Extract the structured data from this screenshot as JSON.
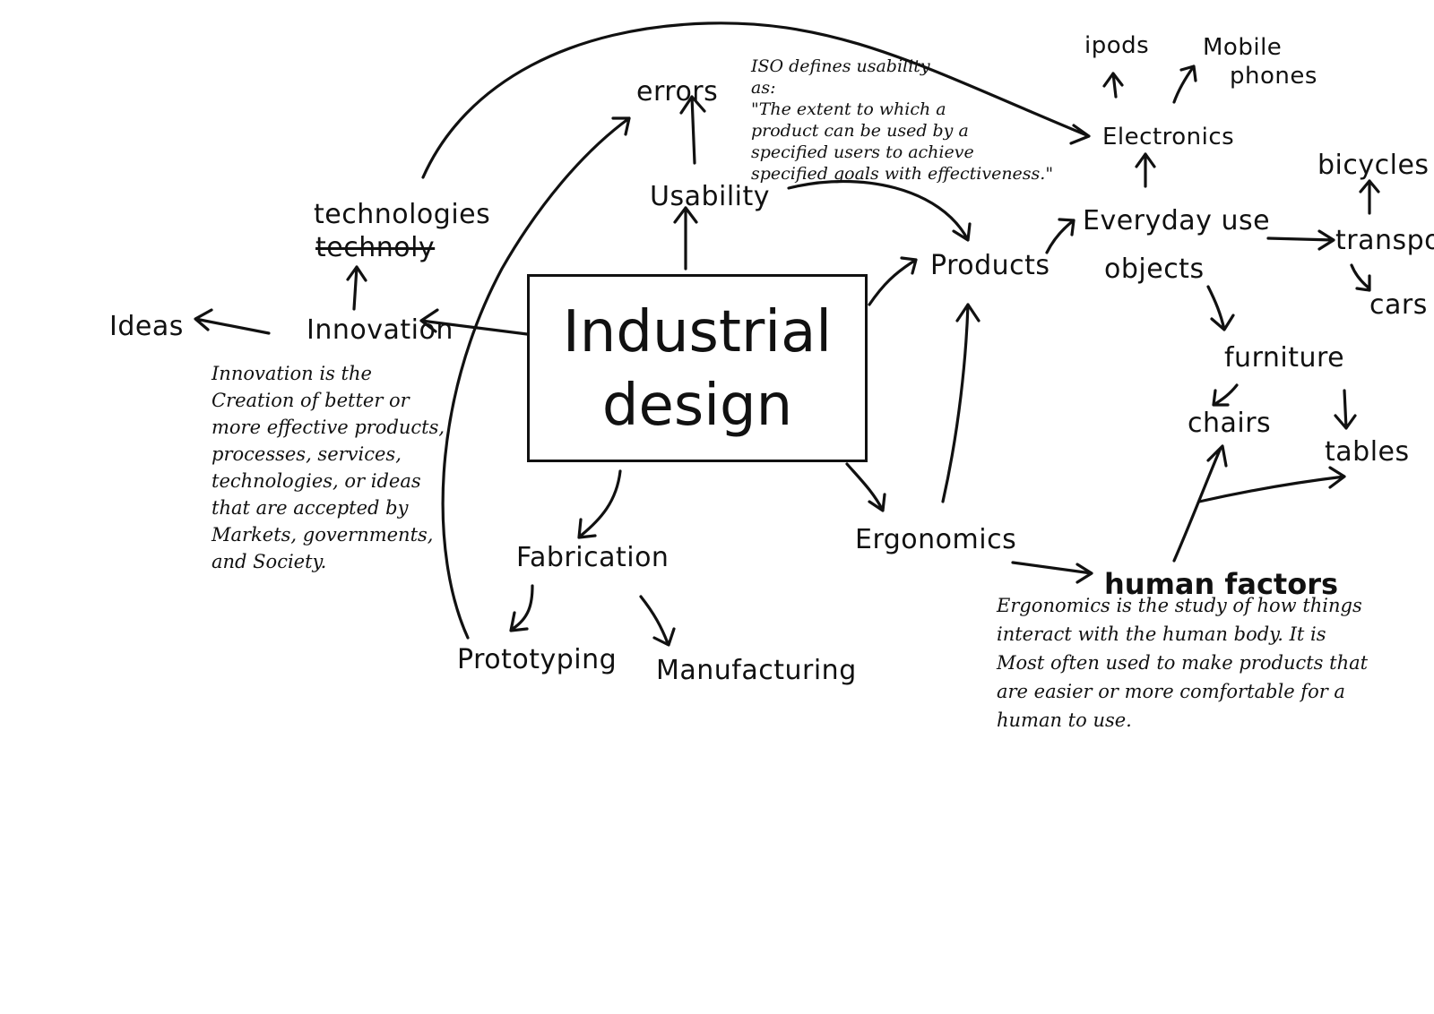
{
  "center": {
    "line1": "Industrial",
    "line2": "design"
  },
  "nodes": {
    "errors": "errors",
    "usability": "Usability",
    "technologies": "technologies",
    "technology_crossed": "technoly",
    "ideas": "Ideas",
    "innovation": "Innovation",
    "products": "Products",
    "electronics": "Electronics",
    "ipods": "ipods",
    "mobile_line1": "Mobile",
    "mobile_line2": "phones",
    "everyday_line1": "Everyday use",
    "everyday_line2": "objects",
    "bicycles": "bicycles",
    "transport": "transport",
    "cars": "cars",
    "furniture": "furniture",
    "chairs": "chairs",
    "tables": "tables",
    "fabrication": "Fabrication",
    "prototyping": "Prototyping",
    "manufacturing": "Manufacturing",
    "ergonomics": "Ergonomics",
    "human_factors": "human factors"
  },
  "notes": {
    "iso": [
      "ISO defines usability",
      "as:",
      "\"The extent to which a",
      "product can be used by a",
      "specified users to achieve",
      "specified goals with effectiveness.\""
    ],
    "innovation": [
      "Innovation is the",
      "Creation of better or",
      "more effective products,",
      "processes, services,",
      "technologies, or ideas",
      "that are accepted by",
      "Markets, governments,",
      "and Society."
    ],
    "ergonomics": [
      "Ergonomics is the study of how things",
      "interact with the human body. It is",
      "Most often used to make products that",
      "are easier or more comfortable for a",
      "human to use."
    ]
  }
}
